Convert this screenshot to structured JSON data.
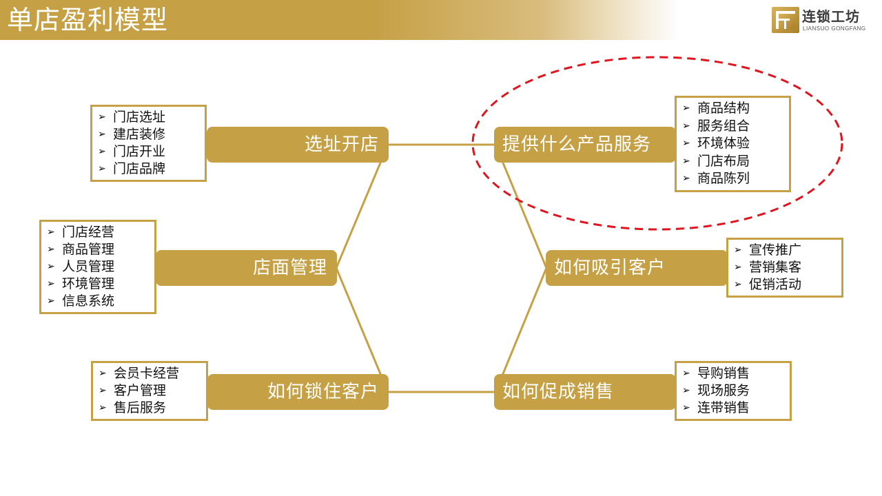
{
  "header": {
    "title": "单店盈利模型",
    "bar_color": "#c6a045"
  },
  "logo": {
    "name": "连锁工坊",
    "subtitle": "LIANSUO GONGFANG",
    "icon": "lg-square-logo-icon"
  },
  "colors": {
    "node_fill": "#c6a045",
    "connector": "#c6a045",
    "highlight_ellipse": "#e0141e",
    "list_text": "#111111"
  },
  "bullet_glyph": "➢",
  "nodes": {
    "site_open": {
      "label": "选址开店",
      "items": [
        "门店选址",
        "建店装修",
        "门店开业",
        "门店品牌"
      ]
    },
    "store_mgmt": {
      "label": "店面管理",
      "items": [
        "门店经营",
        "商品管理",
        "人员管理",
        "环境管理",
        "信息系统"
      ]
    },
    "retain_customer": {
      "label": "如何锁住客户",
      "items": [
        "会员卡经营",
        "客户管理",
        "售后服务"
      ]
    },
    "product_service": {
      "label": "提供什么产品服务",
      "items": [
        "商品结构",
        "服务组合",
        "环境体验",
        "门店布局",
        "商品陈列"
      ],
      "highlighted": true
    },
    "attract_customer": {
      "label": "如何吸引客户",
      "items": [
        "宣传推广",
        "营销集客",
        "促销活动"
      ]
    },
    "close_sales": {
      "label": "如何促成销售",
      "items": [
        "导购销售",
        "现场服务",
        "连带销售"
      ]
    }
  }
}
